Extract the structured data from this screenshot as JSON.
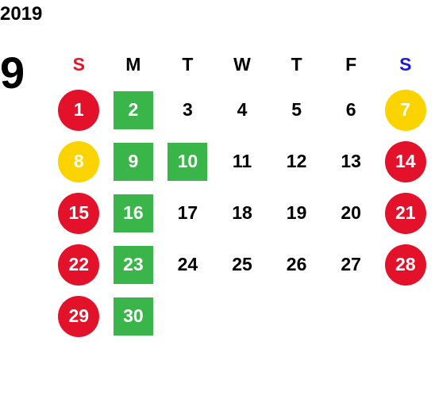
{
  "year": "2019",
  "month": "9",
  "weekdays": [
    "S",
    "M",
    "T",
    "W",
    "T",
    "F",
    "S"
  ],
  "colors": {
    "sunday_header": "#e8132a",
    "saturday_header": "#1a1ad6",
    "red_circle": "#e4112b",
    "yellow_circle": "#fbd400",
    "green_square": "#3ab54a"
  },
  "weeks": [
    [
      {
        "day": "1",
        "style": "red"
      },
      {
        "day": "2",
        "style": "green"
      },
      {
        "day": "3",
        "style": "plain"
      },
      {
        "day": "4",
        "style": "plain"
      },
      {
        "day": "5",
        "style": "plain"
      },
      {
        "day": "6",
        "style": "plain"
      },
      {
        "day": "7",
        "style": "yellow"
      }
    ],
    [
      {
        "day": "8",
        "style": "yellow"
      },
      {
        "day": "9",
        "style": "green"
      },
      {
        "day": "10",
        "style": "green"
      },
      {
        "day": "11",
        "style": "plain"
      },
      {
        "day": "12",
        "style": "plain"
      },
      {
        "day": "13",
        "style": "plain"
      },
      {
        "day": "14",
        "style": "red"
      }
    ],
    [
      {
        "day": "15",
        "style": "red"
      },
      {
        "day": "16",
        "style": "green"
      },
      {
        "day": "17",
        "style": "plain"
      },
      {
        "day": "18",
        "style": "plain"
      },
      {
        "day": "19",
        "style": "plain"
      },
      {
        "day": "20",
        "style": "plain"
      },
      {
        "day": "21",
        "style": "red"
      }
    ],
    [
      {
        "day": "22",
        "style": "red"
      },
      {
        "day": "23",
        "style": "green"
      },
      {
        "day": "24",
        "style": "plain"
      },
      {
        "day": "25",
        "style": "plain"
      },
      {
        "day": "26",
        "style": "plain"
      },
      {
        "day": "27",
        "style": "plain"
      },
      {
        "day": "28",
        "style": "red"
      }
    ],
    [
      {
        "day": "29",
        "style": "red"
      },
      {
        "day": "30",
        "style": "green"
      },
      {
        "day": "",
        "style": "blank"
      },
      {
        "day": "",
        "style": "blank"
      },
      {
        "day": "",
        "style": "blank"
      },
      {
        "day": "",
        "style": "blank"
      },
      {
        "day": "",
        "style": "blank"
      }
    ]
  ]
}
